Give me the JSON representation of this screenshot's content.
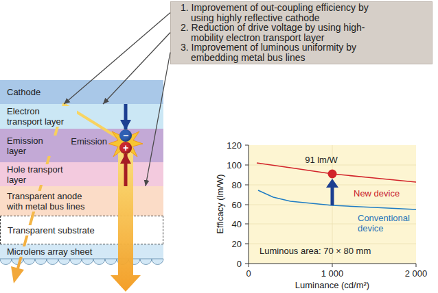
{
  "diagram": {
    "nodes": [
      {
        "text": [
          "Cathode"
        ]
      },
      {
        "text": [
          "Electron transport layer"
        ]
      },
      {
        "text": [
          "Emission layer"
        ]
      },
      {
        "text": [
          "−"
        ],
        "in": 2
      },
      {
        "text": [
          "+"
        ],
        "in": 2
      },
      {
        "text": [
          "Hole transport layer"
        ]
      },
      {
        "text": [
          "Transparent anode with metal bus lines"
        ]
      },
      {
        "text": [
          "Transparent substrate"
        ]
      },
      {
        "text": [
          "Microlens array sheet"
        ]
      },
      {
        "text": [
          "1. Improvement of out-coupling efficiency by using highly reflective cathode",
          "2. Reduction of drive voltage by using high-mobility electron transport layer",
          "3. Improvement of luminous uniformity by embedding metal bus lines"
        ]
      }
    ],
    "edges": [
      {
        "from": 9,
        "to": 0,
        "arrow": "to"
      },
      {
        "from": 9,
        "to": 1,
        "arrow": "to"
      },
      {
        "from": 9,
        "to": 6,
        "arrow": "to"
      },
      {
        "from": 0,
        "to": 3,
        "arrow": "to"
      },
      {
        "from": 6,
        "to": 4,
        "arrow": "to"
      }
    ],
    "labels": [
      "Emission",
      "120",
      "100",
      "80",
      "60",
      "40",
      "20",
      "0",
      "0",
      "1 000",
      "2 000",
      "Efficacy (lm/W)",
      "Luminance (cd/m²)",
      "91 lm/W",
      "New device",
      "Conventional device",
      "Luminous area: 70 × 80 mm"
    ]
  }
}
